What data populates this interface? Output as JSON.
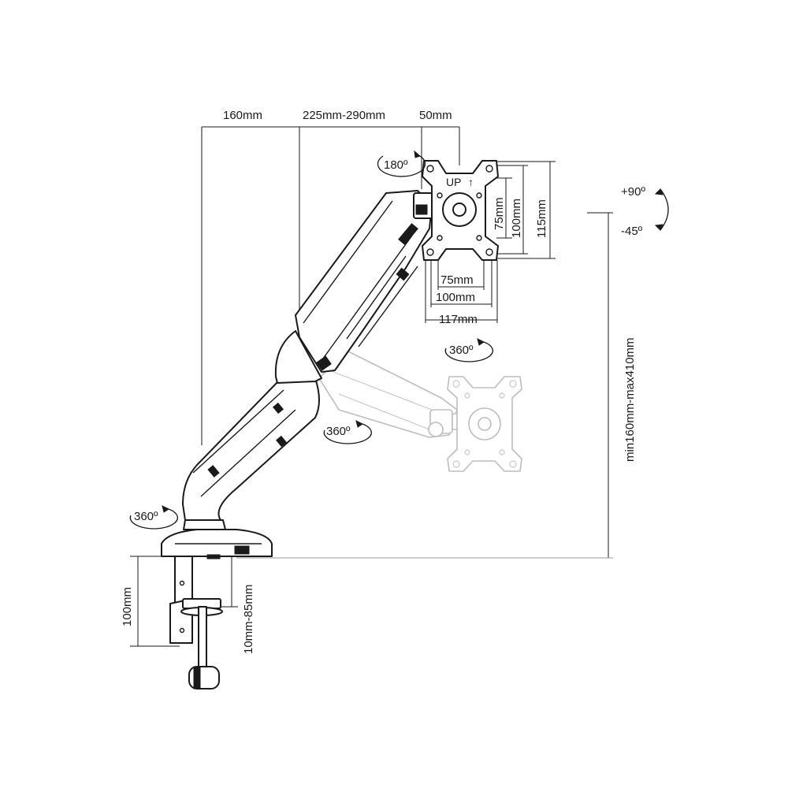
{
  "labels": {
    "arm_reach_base": "160mm",
    "arm_reach_mid": "225mm-290mm",
    "arm_reach_tilt": "50mm",
    "rot_tilt_head": "180º",
    "tilt_up": "+90º",
    "tilt_down": "-45º",
    "vesa_h_75": "75mm",
    "vesa_h_100": "100mm",
    "vesa_h_117": "117mm",
    "vesa_v_75": "75mm",
    "vesa_v_100": "100mm",
    "vesa_v_115": "115mm",
    "height_range": "min160mm-max410mm",
    "rot_head": "360º",
    "rot_elbow": "360º",
    "rot_base": "360º",
    "clamp_height": "100mm",
    "desk_thickness": "10mm-85mm",
    "plate_up": "UP",
    "plate_arrow": "↑"
  }
}
